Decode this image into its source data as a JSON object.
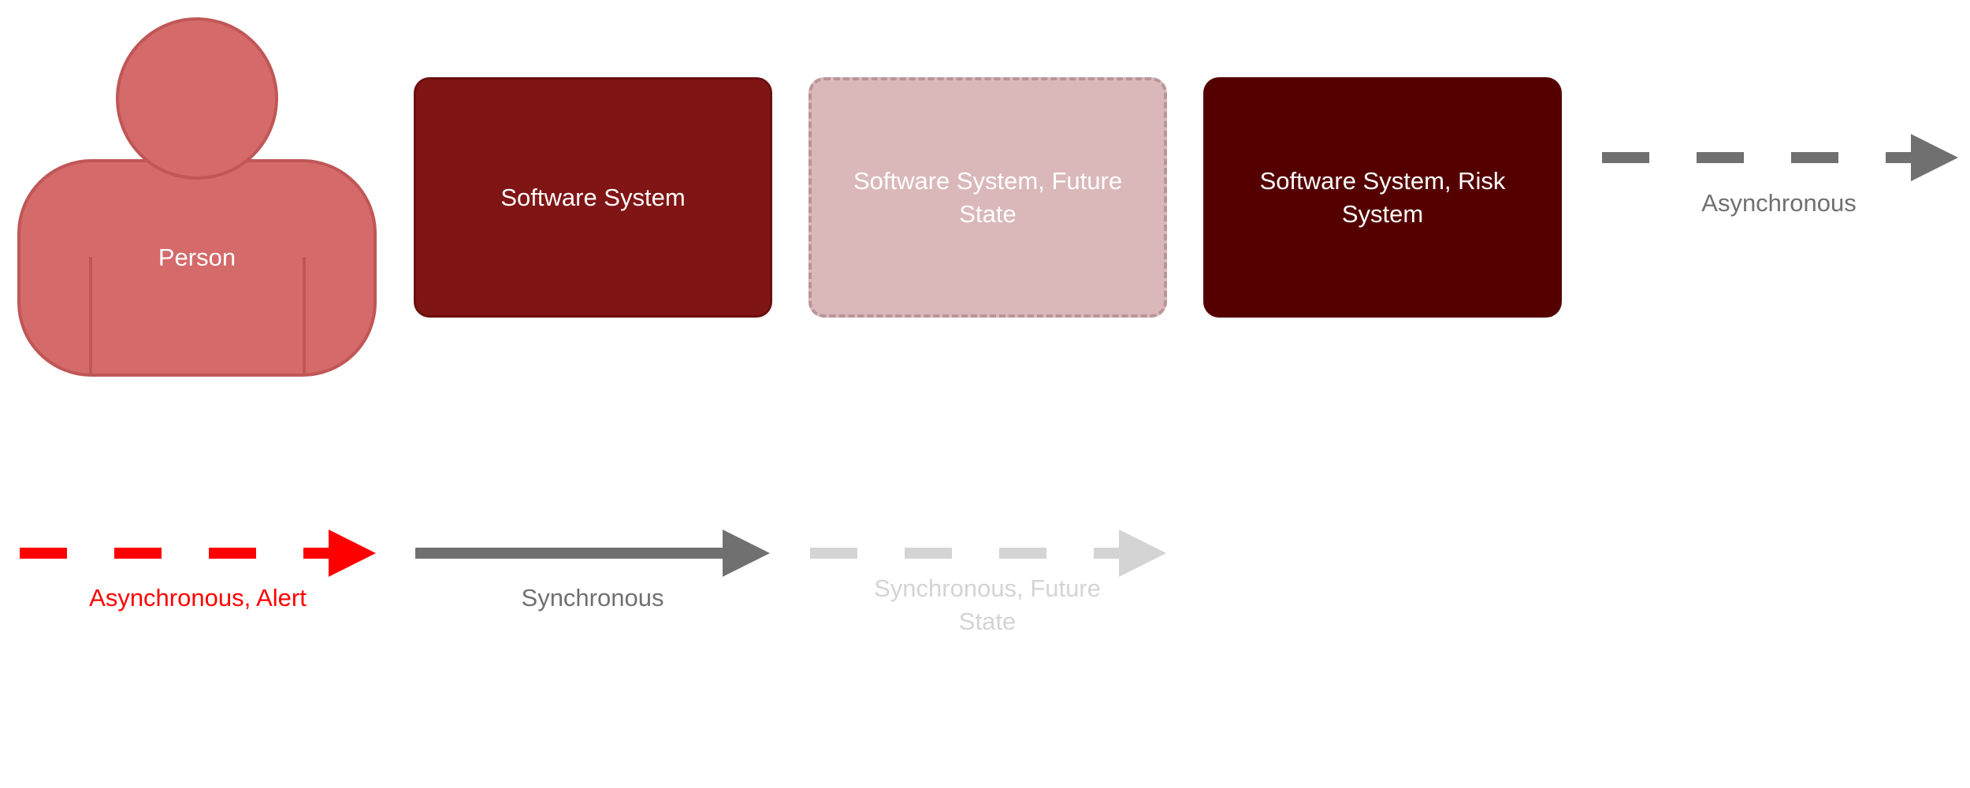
{
  "colors": {
    "person_fill": "#d46a6a",
    "person_stroke": "#c05656",
    "system_fill": "#801515",
    "system_stroke": "#6a0f0f",
    "future_fill": "#dab8ba",
    "future_stroke": "#b89598",
    "risk_fill": "#550000",
    "arrow_gray": "#707070",
    "arrow_alert": "#ff0000",
    "arrow_future": "#d4d4d4"
  },
  "elements": {
    "person": {
      "label": "Person"
    },
    "software_system": {
      "label": "Software System"
    },
    "software_system_future": {
      "label": "Software System, Future State"
    },
    "software_system_risk": {
      "label": "Software System, Risk System"
    }
  },
  "relationships": {
    "asynchronous": {
      "label": "Asynchronous",
      "style": "dashed"
    },
    "asynchronous_alert": {
      "label": "Asynchronous, Alert",
      "style": "dashed"
    },
    "synchronous": {
      "label": "Synchronous",
      "style": "solid"
    },
    "synchronous_future": {
      "label": "Synchronous, Future State",
      "style": "dashed"
    }
  }
}
